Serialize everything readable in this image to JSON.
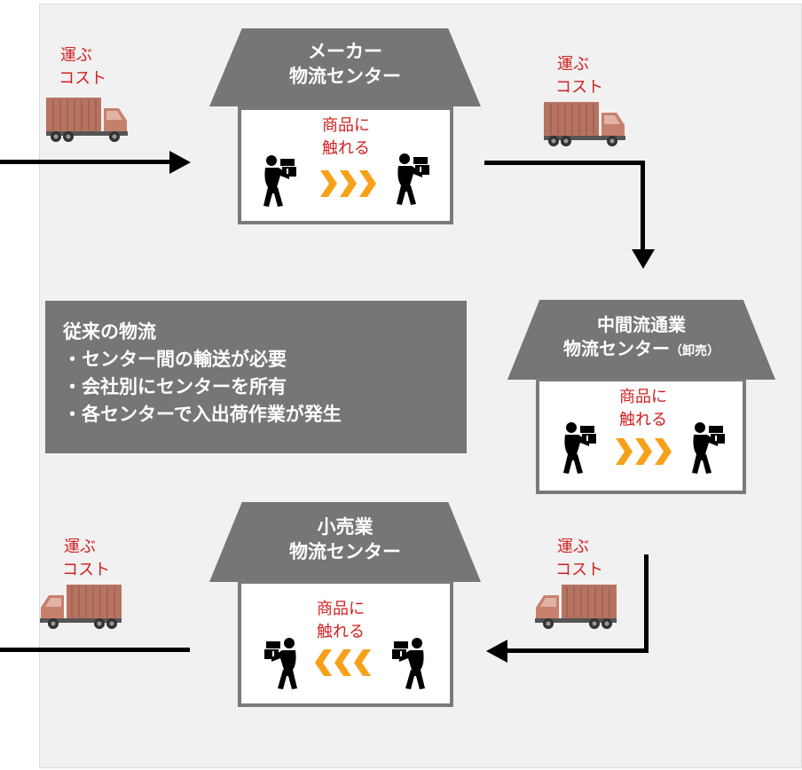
{
  "centers": {
    "maker": {
      "title_line1": "メーカー",
      "title_line2": "物流センター",
      "label_line1": "商品に",
      "label_line2": "触れる"
    },
    "wholesale": {
      "title_line1": "中間流通業",
      "title_line2": "物流センター",
      "title_suffix": "（卸売）",
      "label_line1": "商品に",
      "label_line2": "触れる"
    },
    "retail": {
      "title_line1": "小売業",
      "title_line2": "物流センター",
      "label_line1": "商品に",
      "label_line2": "触れる"
    }
  },
  "transport": [
    {
      "line1": "運ぶ",
      "line2": "コスト"
    },
    {
      "line1": "運ぶ",
      "line2": "コスト"
    },
    {
      "line1": "運ぶ",
      "line2": "コスト"
    },
    {
      "line1": "運ぶ",
      "line2": "コスト"
    }
  ],
  "info": {
    "title": "従来の物流",
    "bullets": [
      "・センター間の輸送が必要",
      "・会社別にセンターを所有",
      "・各センターで入出荷作業が発生"
    ]
  },
  "colors": {
    "roof": "#767676",
    "label_red": "#d21f1f",
    "chevron": "#f7a11a",
    "truck": "#b77362"
  },
  "icons": [
    "truck-icon",
    "worker-carrying-box-icon",
    "chevron-right-icon",
    "chevron-left-icon",
    "arrow-icon"
  ]
}
